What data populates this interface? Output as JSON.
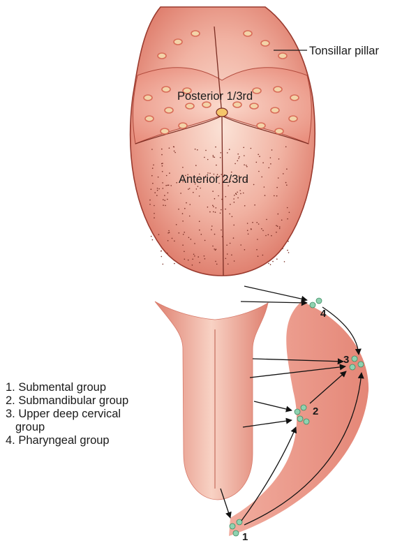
{
  "labels": {
    "tonsillar_pillar": "Tonsillar pillar",
    "posterior": "Posterior 1/3rd",
    "anterior": "Anterior 2/3rd"
  },
  "node_numbers": {
    "n1": "1",
    "n2": "2",
    "n3": "3",
    "n4": "4"
  },
  "legend": {
    "item1": "1. Submental group",
    "item2": "2. Submandibular group",
    "item3_line1": "3. Upper deep cervical",
    "item3_line2": "group",
    "item4": "4. Pharyngeal group"
  },
  "colors": {
    "tongue_fill": "#e88f80",
    "tongue_stroke": "#9a3a2e",
    "papilla": "#f3d3a8",
    "node": "#8fd2b0",
    "arrow": "#111111"
  }
}
